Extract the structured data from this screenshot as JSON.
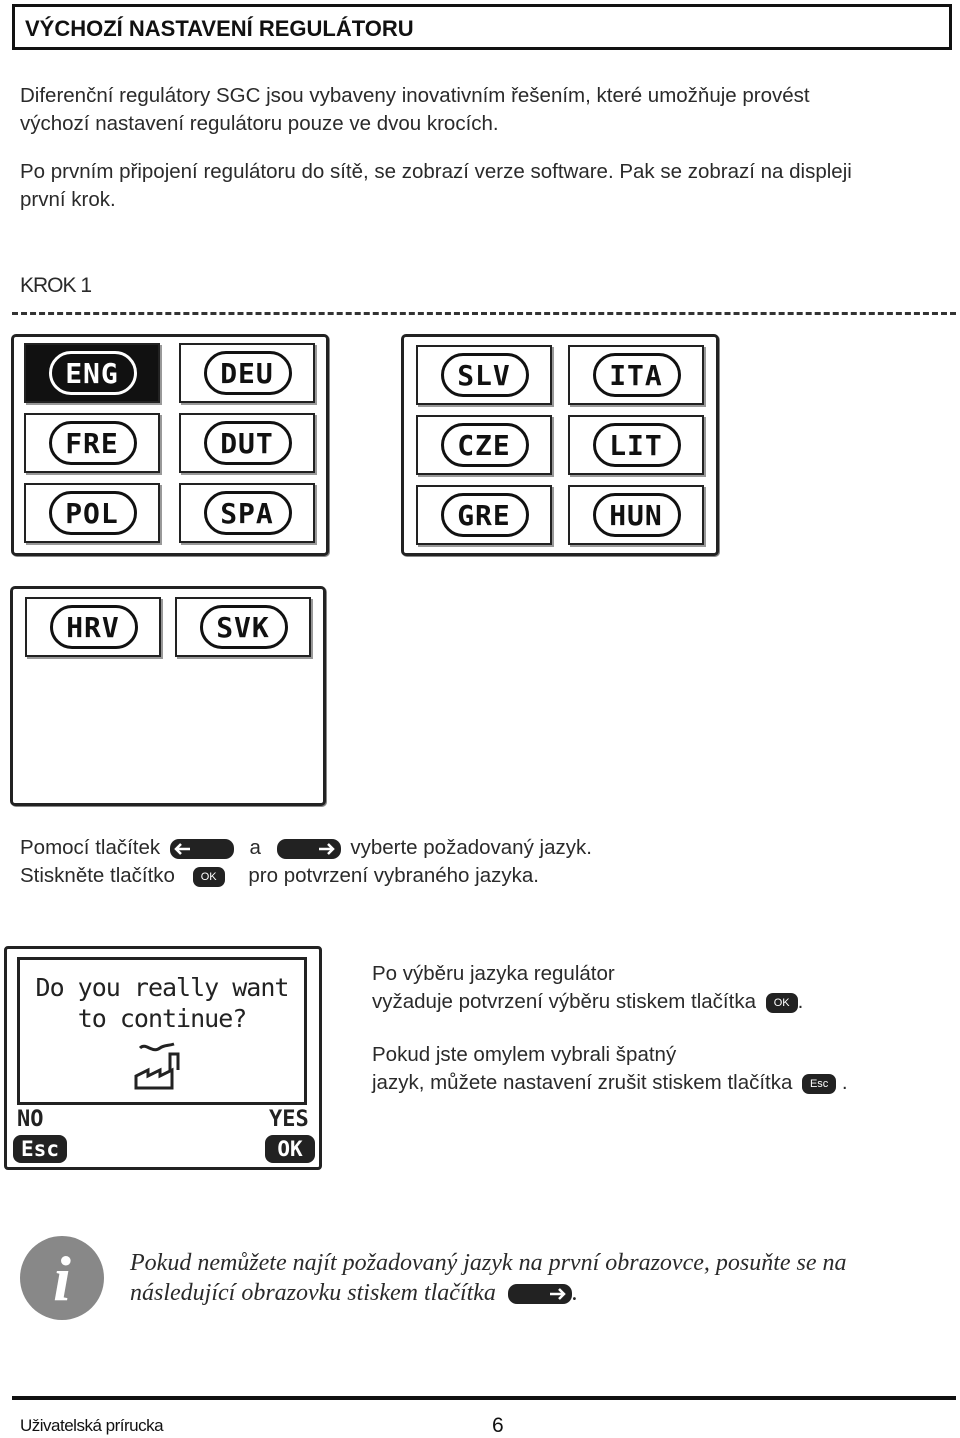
{
  "header": {
    "title": "VÝCHOZÍ NASTAVENÍ REGULÁTORU"
  },
  "intro": {
    "p1_line1": "Diferenční regulátory SGC jsou vybaveny inovativním řešením, které umožňuje provést",
    "p1_line2": "výchozí nastavení regulátoru pouze ve dvou krocích.",
    "p2_line1": "Po prvním připojení regulátoru do sítě, se zobrazí verze software. Pak se zobrazí na displeji",
    "p2_line2": "první krok."
  },
  "step_label": "KROK 1",
  "screens": {
    "screen1": [
      "ENG",
      "DEU",
      "FRE",
      "DUT",
      "POL",
      "SPA"
    ],
    "screen2": [
      "SLV",
      "ITA",
      "CZE",
      "LIT",
      "GRE",
      "HUN"
    ],
    "screen3": [
      "HRV",
      "SVK"
    ],
    "selected": "ENG"
  },
  "instructions": {
    "line1_a": "Pomocí tlačítek",
    "line1_and": "a",
    "line1_b": "vyberte požadovaný jazyk.",
    "line2_a": "Stiskněte tlačítko",
    "line2_b": "pro potvrzení vybraného jazyka."
  },
  "key_labels": {
    "ok": "OK",
    "esc": "Esc"
  },
  "confirm_screen": {
    "line1": "Do you really want",
    "line2": "to continue?",
    "no_label": "NO",
    "yes_label": "YES",
    "esc_button": "Esc",
    "ok_button": "OK"
  },
  "confirm_text": {
    "line1": "Po výběru jazyka regulátor",
    "line2": "vyžaduje potvrzení výběru stiskem tlačítka",
    "line3": "Pokud jste omylem vybrali špatný",
    "line4": "jazyk, můžete nastavení zrušit stiskem tlačítka",
    "period": "."
  },
  "note": {
    "icon": "info-icon",
    "icon_glyph": "i",
    "line1": "Pokud nemůžete najít požadovaný jazyk na první obrazovce, posuňte se na",
    "line2": "následující obrazovku stiskem tlačítka",
    "period": "."
  },
  "footer": {
    "title": "Uživatelská prírucka",
    "page": "6"
  }
}
